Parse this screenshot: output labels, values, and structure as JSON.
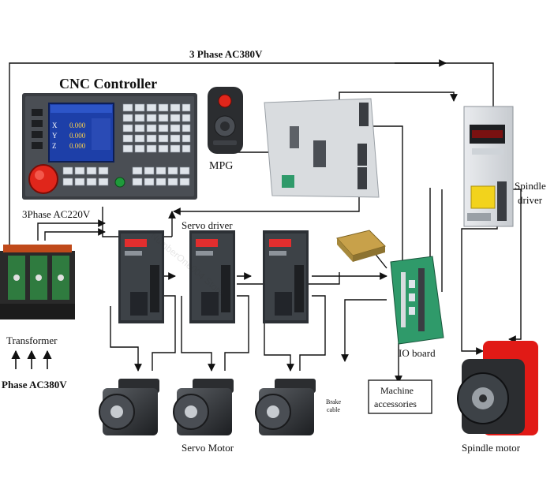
{
  "labels": {
    "three_phase_top": "3 Phase AC380V",
    "cnc_controller": "CNC Controller",
    "mpg": "MPG",
    "three_phase_ac220": "3Phase AC220V",
    "servo_driver": "Servo driver",
    "spindle_driver_1": "Spindle",
    "spindle_driver_2": "driver",
    "transformer": "Transformer",
    "phase_ac380_bottom": "Phase AC380V",
    "io_board": "IO board",
    "brake_1": "Brake",
    "brake_2": "cable",
    "machine_accessories_1": "Machine",
    "machine_accessories_2": "accessories",
    "servo_motor": "Servo Motor",
    "spindle_motor": "Spindle motor"
  },
  "screen": {
    "x_label": "X",
    "y_label": "Y",
    "z_label": "Z",
    "x_value": "0.000",
    "y_value": "0.000",
    "z_value": "0.000"
  },
  "watermark": "NumberOne004 Store",
  "colors": {
    "line": "#111111",
    "panel_dark": "#3a3d42",
    "screen_blue": "#1d3fa8",
    "estop_red": "#e0261b",
    "start_green": "#1f9a3b",
    "driver_body": "#2c3035",
    "driver_face": "#4a4f55",
    "led_red": "#ff2a2a",
    "spindle_red": "#e11a16",
    "io_green": "#2f9a6a",
    "psu_gold": "#c8a14a"
  }
}
